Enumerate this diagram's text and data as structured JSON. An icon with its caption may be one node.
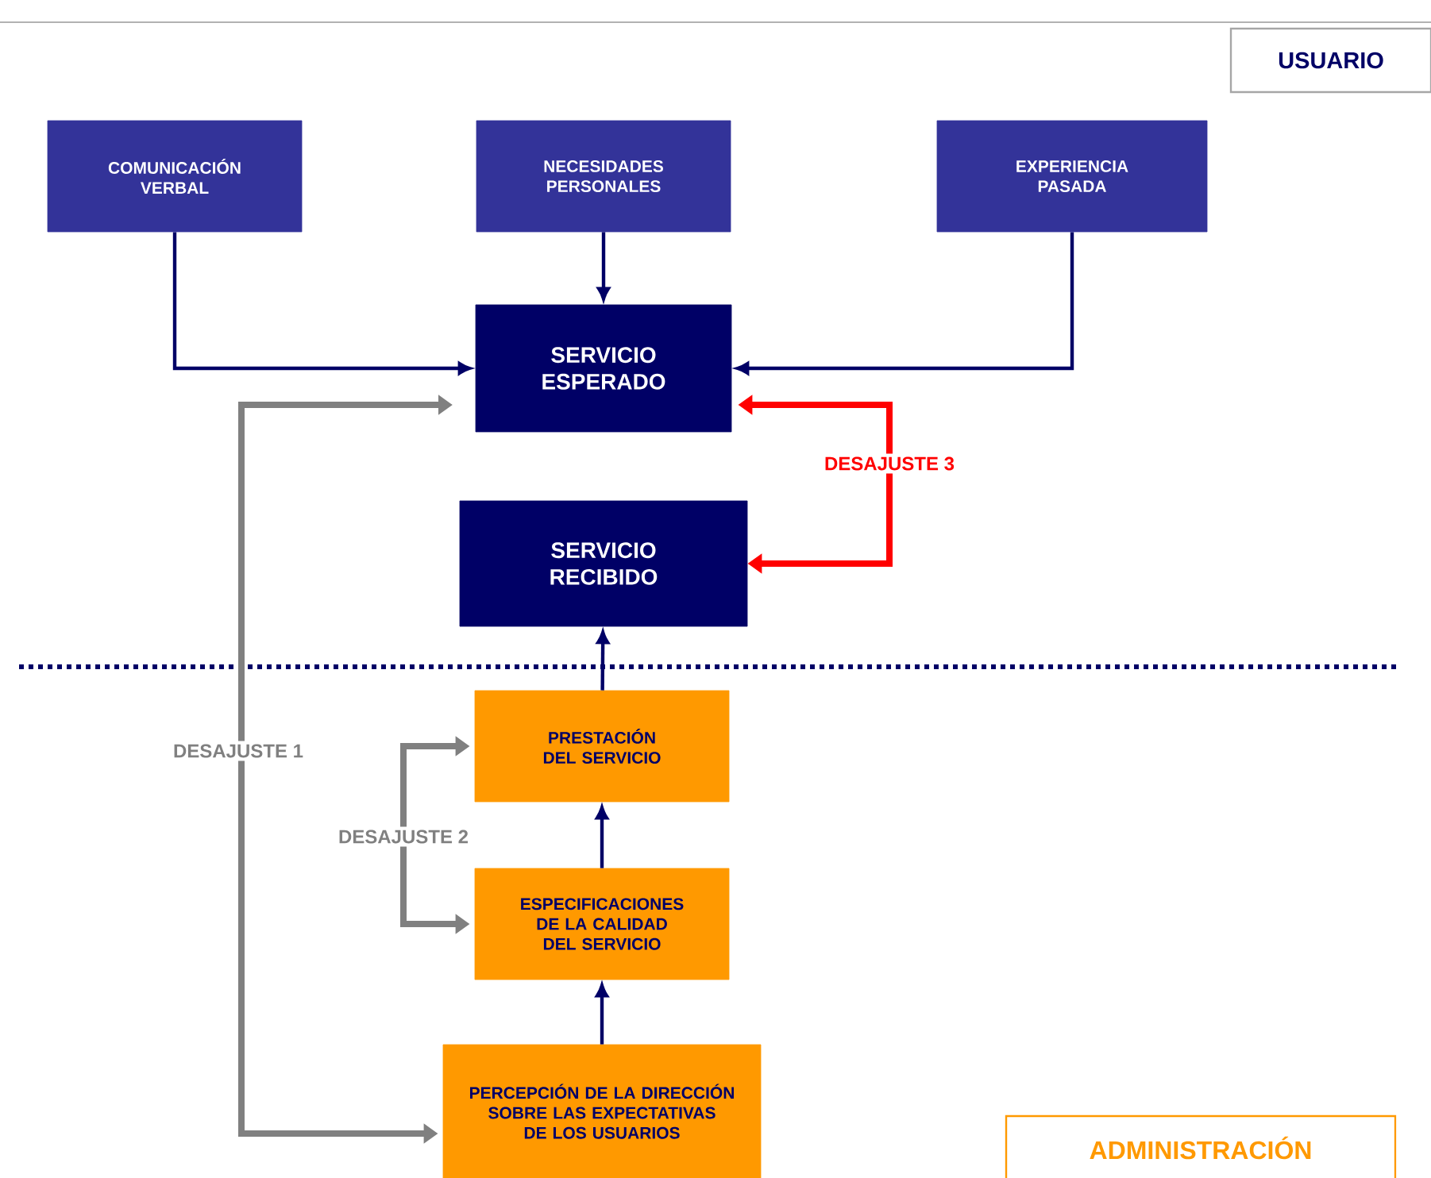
{
  "diagram": {
    "nodes": [
      {
        "text": [
          "COMUNICACIÓN VERBAL"
        ]
      },
      {
        "text": [
          "NECESIDADES PERSONALES"
        ]
      },
      {
        "text": [
          "EXPERIENCIA PASADA"
        ]
      },
      {
        "text": [
          "SERVICIO ESPERADO"
        ]
      },
      {
        "text": [
          "SERVICIO RECIBIDO"
        ]
      },
      {
        "text": [
          "PRESTACIÓN DEL SERVICIO"
        ]
      },
      {
        "text": [
          "ESPECIFICACIONES DE LA CALIDAD DEL SERVICIO"
        ]
      },
      {
        "text": [
          "PERCEPCIÓN DE LA DIRECCIÓN SOBRE LAS EXPECTATIVAS DE LOS USUARIOS"
        ]
      },
      {
        "text": [
          "USUARIO"
        ]
      },
      {
        "text": [
          "ADMINISTRACIÓN"
        ]
      }
    ],
    "edges": [
      {
        "from": 0,
        "to": 3,
        "arrow": "to"
      },
      {
        "from": 1,
        "to": 3,
        "arrow": "to"
      },
      {
        "from": 2,
        "to": 3,
        "arrow": "to"
      },
      {
        "from": 4,
        "to": 3,
        "arrow": "both",
        "label": "DESAJUSTE 3",
        "style": "thick",
        "color": "#ff0000"
      },
      {
        "from": 7,
        "to": 3,
        "arrow": "both",
        "label": "DESAJUSTE 1",
        "style": "thick",
        "color": "#808080"
      },
      {
        "from": 5,
        "to": 4,
        "arrow": "to"
      },
      {
        "from": 6,
        "to": 5,
        "arrow": "both",
        "label": "DESAJUSTE 2",
        "style": "thick",
        "color": "#808080"
      },
      {
        "from": 6,
        "to": 5,
        "arrow": "to"
      },
      {
        "from": 7,
        "to": 6,
        "arrow": "to"
      }
    ]
  }
}
